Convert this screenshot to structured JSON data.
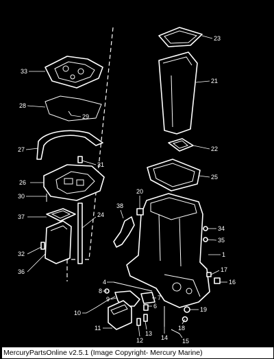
{
  "callouts": [
    "1",
    "4",
    "6",
    "7",
    "8",
    "9",
    "10",
    "11",
    "12",
    "13",
    "14",
    "15",
    "16",
    "17",
    "18",
    "19",
    "20",
    "21",
    "22",
    "23",
    "24",
    "25",
    "26",
    "27",
    "28",
    "29",
    "30",
    "31",
    "32",
    "33",
    "34",
    "35",
    "36",
    "37",
    "38"
  ],
  "footer": {
    "text": "MercuryPartsOnline v2.5.1 (Image Copyright- Mercury Marine)"
  }
}
